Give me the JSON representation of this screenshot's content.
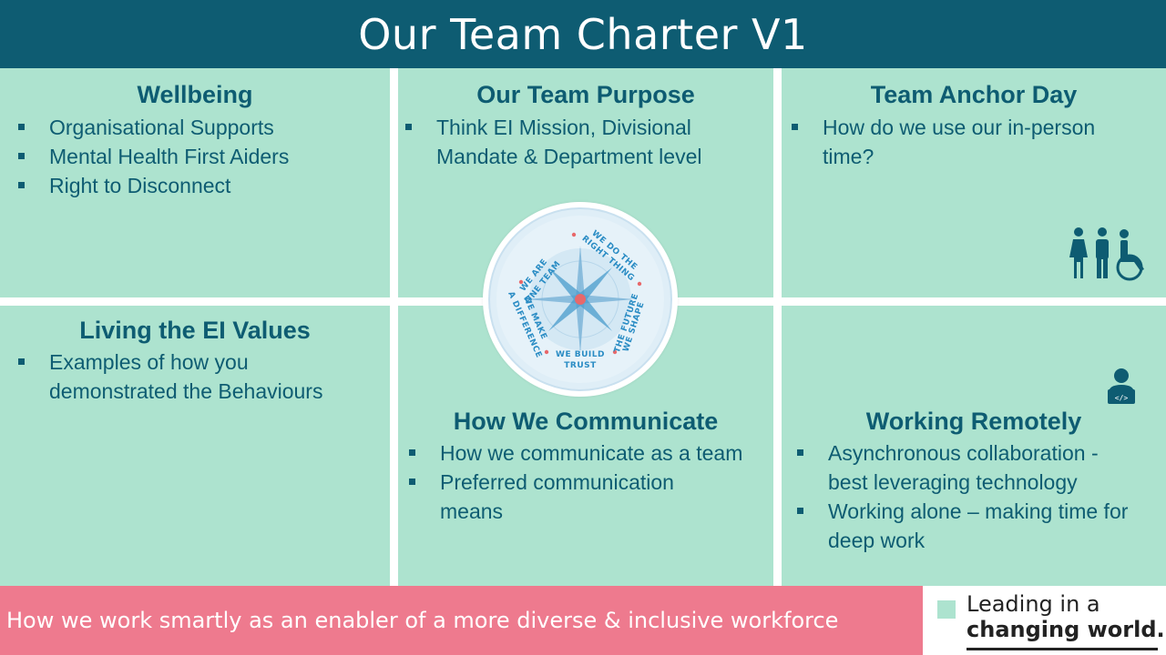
{
  "title": "Our Team Charter V1",
  "sections": {
    "wellbeing": {
      "heading": "Wellbeing",
      "items": [
        "Organisational Supports",
        "Mental Health First Aiders",
        "Right to Disconnect"
      ]
    },
    "purpose": {
      "heading": "Our Team Purpose",
      "items": [
        "Think EI Mission, Divisional Mandate & Department level"
      ]
    },
    "anchor": {
      "heading": "Team Anchor Day",
      "items": [
        "How do we use our in-person time?"
      ]
    },
    "values": {
      "heading": "Living the EI Values",
      "items": [
        "Examples of how you demonstrated the Behaviours"
      ]
    },
    "communicate": {
      "heading": "How We Communicate",
      "items": [
        "How we communicate as a team",
        "Preferred communication means"
      ]
    },
    "remote": {
      "heading": "Working Remotely",
      "items": [
        "Asynchronous collaboration - best leveraging technology",
        "Working alone – making time for deep work"
      ]
    }
  },
  "compass": {
    "values": [
      "WE ARE ONE TEAM",
      "WE DO THE RIGHT THING",
      "WE SHAPE THE FUTURE",
      "WE BUILD TRUST",
      "WE MAKE A DIFFERENCE"
    ],
    "icon": "compass-rose-icon"
  },
  "icons": {
    "anchor": "people-accessibility-icon",
    "remote": "remote-worker-laptop-icon"
  },
  "footer": {
    "text": "How we work smartly as an enabler of a more diverse & inclusive workforce"
  },
  "brand": {
    "line1": "Leading in a",
    "line2": "changing world."
  },
  "colors": {
    "primary": "#0e5c72",
    "panel": "#ade3cf",
    "footer": "#ee7a8e",
    "compass_blue": "#2a8cc4",
    "compass_dot": "#e8686a"
  }
}
